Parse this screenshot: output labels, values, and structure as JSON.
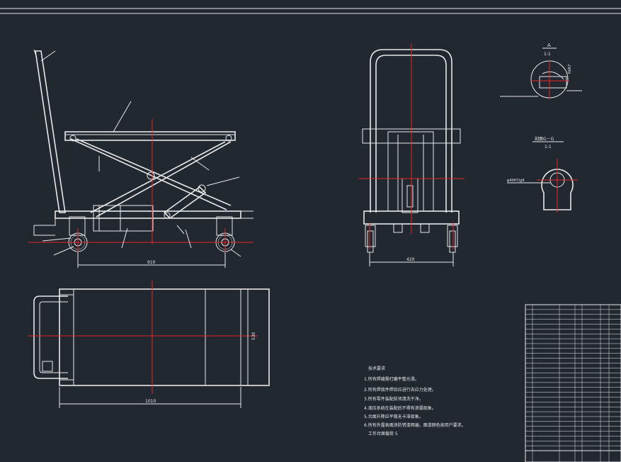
{
  "dimensions": {
    "side_length": "910",
    "front_width": "420",
    "plan_length": "1010",
    "plan_width": "530"
  },
  "section_a": {
    "title": "A",
    "scale": "1:1",
    "radius_note": "R6R7"
  },
  "section_gg": {
    "title": "剖面G－G",
    "scale": "1:1",
    "hole_note": "φ40H7/g6"
  },
  "notes": {
    "heading": "技术要求",
    "items": [
      "1.所有焊缝需打磨平整光滑。",
      "2.所有焊接件焊后应进行去应力处理。",
      "3.所有零件装配前须清洗干净。",
      "4.液压系统在装配后不得有渗漏现象。",
      "5.台面升降应平稳无卡滞现象。",
      "6.所有外露表面涂防锈漆两遍，面漆颜色按用户要求。",
      "工作台面载荷 5"
    ]
  }
}
